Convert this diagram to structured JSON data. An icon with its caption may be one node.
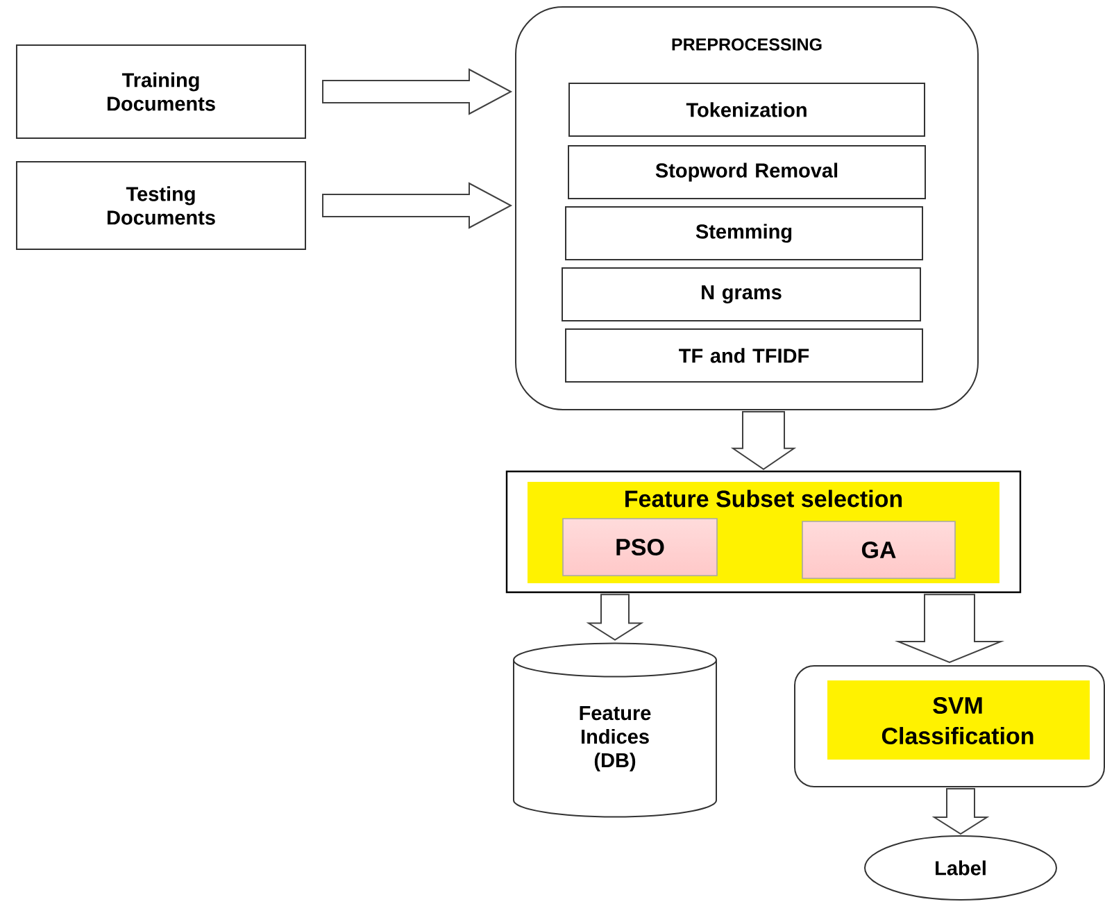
{
  "diagram": {
    "nodes": [
      {
        "text": [
          "Training Documents"
        ]
      },
      {
        "text": [
          "Testing Documents"
        ]
      },
      {
        "text": [
          "PREPROCESSING"
        ]
      },
      {
        "text": [
          "Tokenization"
        ],
        "in": 2
      },
      {
        "text": [
          "Stopword Removal"
        ],
        "in": 2
      },
      {
        "text": [
          "Stemming"
        ],
        "in": 2
      },
      {
        "text": [
          "N grams"
        ],
        "in": 2
      },
      {
        "text": [
          "TF and TFIDF"
        ],
        "in": 2
      },
      {
        "text": [
          "Feature Subset selection"
        ]
      },
      {
        "text": [
          "PSO"
        ],
        "in": 8
      },
      {
        "text": [
          "GA"
        ],
        "in": 8
      },
      {
        "text": [
          "Feature Indices (DB)"
        ]
      },
      {
        "text": [
          "SVM Classification"
        ]
      },
      {
        "text": [
          "Label"
        ]
      }
    ],
    "edges": [
      {
        "from": 0,
        "to": 2,
        "arrow": "to"
      },
      {
        "from": 1,
        "to": 2,
        "arrow": "to"
      },
      {
        "from": 2,
        "to": 8,
        "arrow": "to"
      },
      {
        "from": 8,
        "to": 11,
        "arrow": "to"
      },
      {
        "from": 8,
        "to": 12,
        "arrow": "to"
      },
      {
        "from": 12,
        "to": 13,
        "arrow": "to"
      }
    ]
  }
}
